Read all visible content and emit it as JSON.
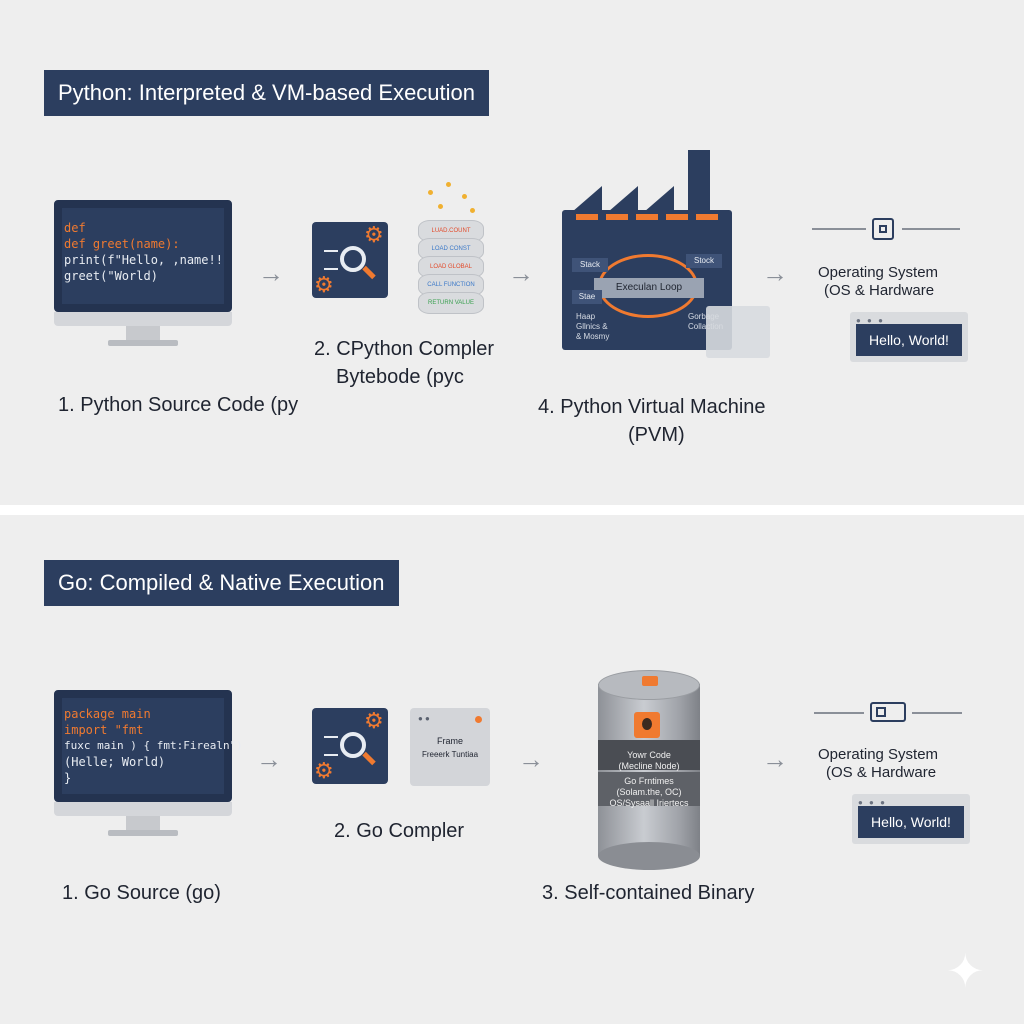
{
  "python": {
    "title": "Python: Interpreted & VM-based Execution",
    "code": [
      "def",
      "def greet(name):",
      "print(f\"Hello, ,name!!",
      "greet(\"World)"
    ],
    "step1": "1. Python Source Code (py",
    "step2_line1": "2. CPython Compler",
    "step2_line2": "Bytebode (pyc",
    "bytecode_disks": [
      "LUAD.COUNT",
      "LOAD CONST",
      "LOAD GLOBAL",
      "CALL FUNCTION",
      "RETURN VALUE"
    ],
    "pvm": {
      "execution_loop": "Execulan Loop",
      "stack_left": "Stack",
      "stack_right": "Stock",
      "stack_small": "Stae",
      "heap": [
        "Haap",
        "Gllnics &",
        "& Mosmy"
      ],
      "gc": [
        "Gorbage",
        "Collaction"
      ]
    },
    "step4_line1": "4. Python Virtual Machine",
    "step4_line2": "(PVM)",
    "os_line1": "Operating System",
    "os_line2": "(OS & Hardware",
    "output": "Hello, World!"
  },
  "go": {
    "title": "Go: Compiled & Native Execution",
    "code": [
      "package main",
      "import \"fmt",
      "fuxc main ) { fmt:Firealn\")",
      "(Helle; World)",
      "}"
    ],
    "frame_title": "Frame",
    "frame_subtitle": "Freeerk Tuntiaa",
    "step1": "1. Go Source (go)",
    "step2": "2. Go Compler",
    "binary_text": [
      "Yowr Code",
      "(Mecline Node)",
      "Go Frntimes",
      "(Solam.the, OC)",
      "OS/Sysaall Iriertecs"
    ],
    "step3": "3. Self-contained Binary",
    "os_line1": "Operating System",
    "os_line2": "(OS & Hardware",
    "output": "Hello, World!"
  },
  "icons": [
    "gear-icon",
    "magnifier-icon",
    "chip-icon",
    "gopher-icon",
    "sparkle-icon"
  ],
  "colors": {
    "navy": "#2c3e5f",
    "orange": "#f07a30",
    "background": "#eeeeee"
  }
}
